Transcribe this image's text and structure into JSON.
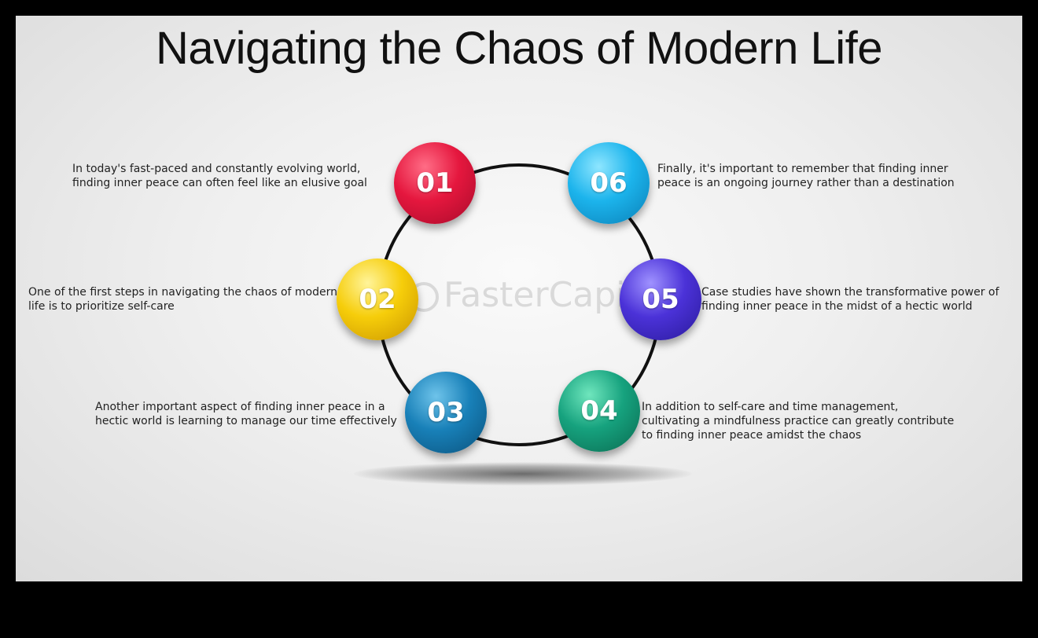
{
  "title": "Navigating the Chaos of Modern Life",
  "watermark": "FasterCapital",
  "colors": {
    "step_01": "#e5173e",
    "step_02": "#f6cd0a",
    "step_03": "#1880b8",
    "step_04": "#16a27e",
    "step_05": "#4b32d8",
    "step_06": "#1cb4ec",
    "ring": "#111111"
  },
  "steps": [
    {
      "number": "01",
      "text": "In today's fast-paced and constantly evolving world, finding inner peace can often feel like an elusive goal"
    },
    {
      "number": "02",
      "text": "One of the first steps in navigating the chaos of modern life is to prioritize self-care"
    },
    {
      "number": "03",
      "text": "Another important aspect of finding inner peace in a hectic world is learning to manage our time effectively"
    },
    {
      "number": "04",
      "text": "In addition to self-care and time management, cultivating a mindfulness practice can greatly contribute to finding inner peace amidst the chaos"
    },
    {
      "number": "05",
      "text": "Case studies have shown the transformative power of finding inner peace in the midst of a hectic world"
    },
    {
      "number": "06",
      "text": "Finally, it's important to remember that finding inner peace is an ongoing journey rather than a destination"
    }
  ]
}
